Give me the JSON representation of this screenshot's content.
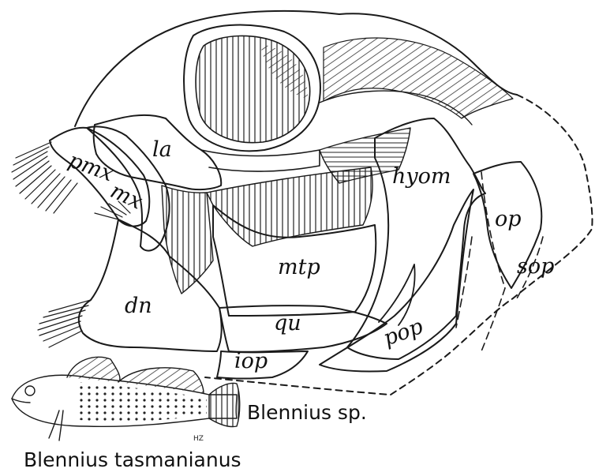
{
  "labels": {
    "la": "la",
    "pmx": "pmx",
    "mx": "mx",
    "hyom": "hyom",
    "op": "op",
    "sop": "sop",
    "mtp": "mtp",
    "dn": "dn",
    "qu": "qu",
    "pop": "pop",
    "iop": "iop"
  },
  "captions": {
    "skull": "Blennius sp.",
    "fish": "Blennius tasmanianus",
    "artist_initials": "HZ"
  }
}
